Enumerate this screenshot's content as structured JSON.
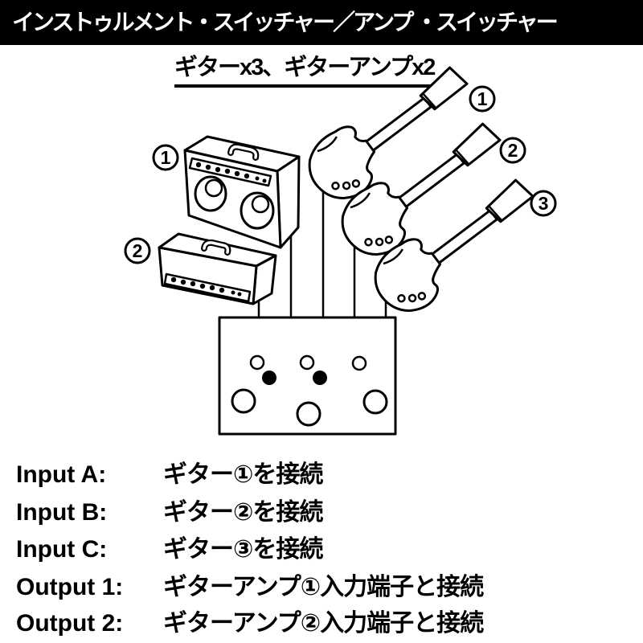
{
  "header": {
    "title": "インストゥルメント・スイッチャー／アンプ ・スイッチャー"
  },
  "subtitle": {
    "text": "ギターx3、ギターアンプx2"
  },
  "diagram": {
    "amps": [
      {
        "label": "1"
      },
      {
        "label": "2"
      }
    ],
    "guitars": [
      {
        "label": "1"
      },
      {
        "label": "2"
      },
      {
        "label": "3"
      }
    ]
  },
  "legend": {
    "rows": [
      {
        "label": "Input A:",
        "desc": "ギター①を接続"
      },
      {
        "label": "Input B:",
        "desc": "ギター②を接続"
      },
      {
        "label": "Input C:",
        "desc": "ギター③を接続"
      },
      {
        "label": "Output 1:",
        "desc": "ギターアンプ①入力端子と接続"
      },
      {
        "label": "Output 2:",
        "desc": "ギターアンプ②入力端子と接続"
      }
    ]
  },
  "colors": {
    "background": "#ffffff",
    "header_bg": "#000000",
    "header_fg": "#ffffff",
    "ink": "#000000"
  }
}
